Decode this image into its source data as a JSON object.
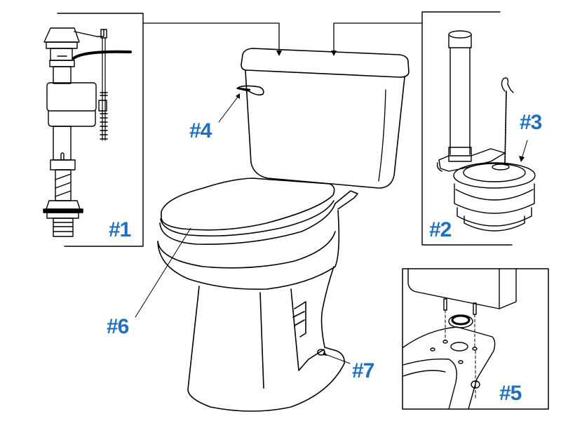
{
  "diagram": {
    "subject": "Toilet replacement parts diagram",
    "label_color": "#1f6fbf",
    "line_color": "#000000",
    "callouts": [
      {
        "id": "1",
        "text": "#1",
        "part": "fill-valve"
      },
      {
        "id": "2",
        "text": "#2",
        "part": "flush-valve"
      },
      {
        "id": "3",
        "text": "#3",
        "part": "flapper"
      },
      {
        "id": "4",
        "text": "#4",
        "part": "trip-lever-handle"
      },
      {
        "id": "5",
        "text": "#5",
        "part": "tank-to-bowl-gasket-and-bolts"
      },
      {
        "id": "6",
        "text": "#6",
        "part": "toilet-seat"
      },
      {
        "id": "7",
        "text": "#7",
        "part": "bolt-caps"
      }
    ]
  }
}
